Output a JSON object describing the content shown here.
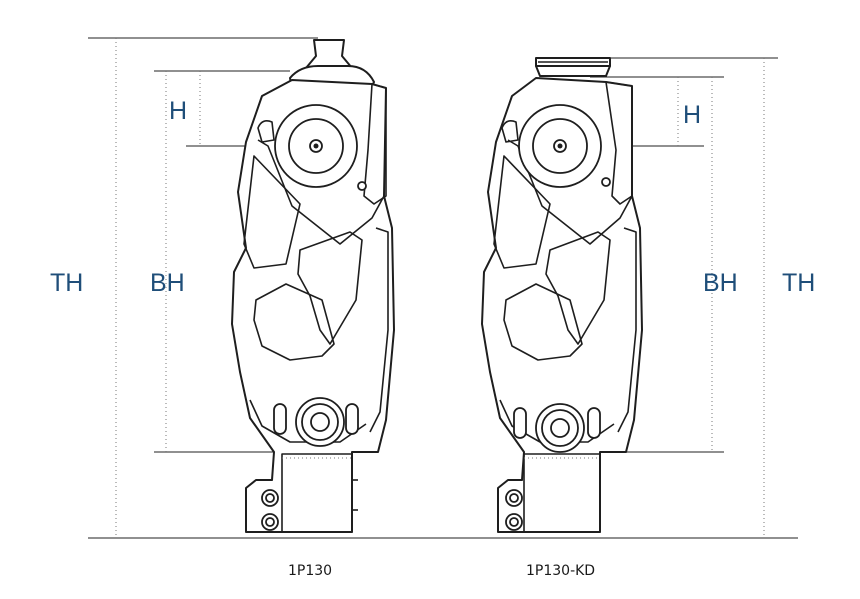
{
  "colors": {
    "label": "#1f4e79",
    "line": "#1e1e1e"
  },
  "labels": {
    "left_th": "TH",
    "left_bh": "BH",
    "left_h": "H",
    "right_h": "H",
    "right_bh": "BH",
    "right_th": "TH"
  },
  "models": {
    "left": "1P130",
    "right": "1P130-KD"
  }
}
